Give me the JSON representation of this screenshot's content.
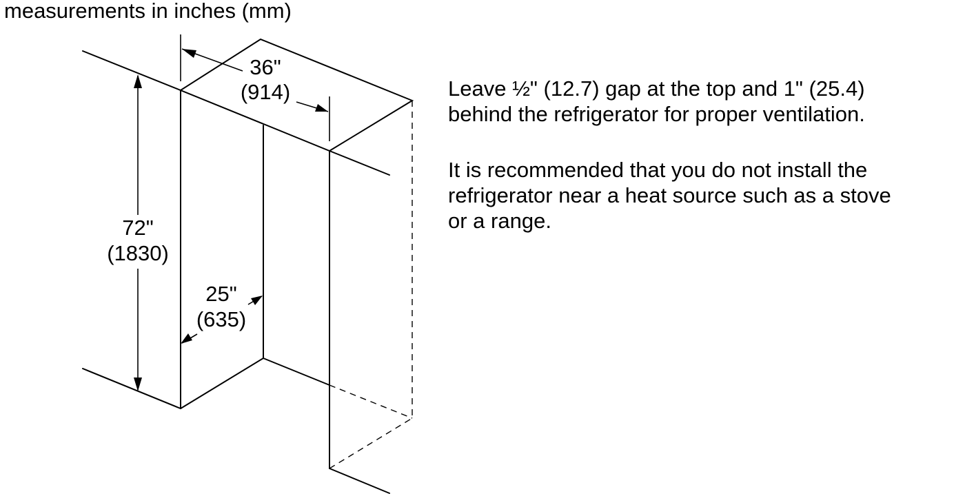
{
  "header": {
    "units_label": "measurements in inches (mm)"
  },
  "dimensions": {
    "width": {
      "inches": "36\"",
      "mm": "(914)"
    },
    "height": {
      "inches": "72\"",
      "mm": "(1830)"
    },
    "depth": {
      "inches": "25\"",
      "mm": "(635)"
    }
  },
  "notes": {
    "ventilation": "Leave ½\" (12.7) gap at the top and 1\" (25.4)\nbehind the refrigerator for proper ventilation.",
    "heat_source": "It is recommended that you do not install the\nrefrigerator near a heat source such as a stove\nor a range."
  }
}
